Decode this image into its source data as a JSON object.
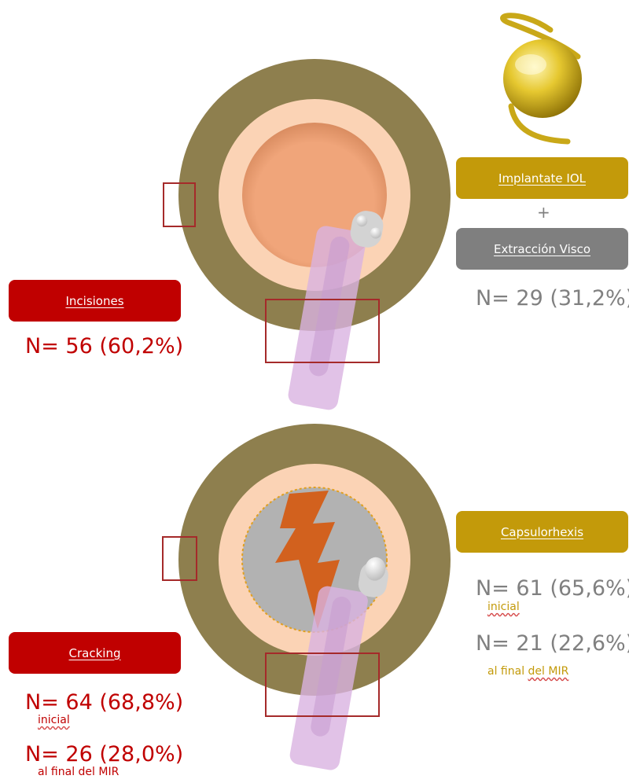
{
  "top_section": {
    "incisiones": {
      "label": "Incisiones",
      "stat": "N= 56 (60,2%)"
    },
    "implantate": {
      "label": "Implantate IOL"
    },
    "plus": "+",
    "extraccion": {
      "label": "Extracción Visco"
    },
    "right_stat": "N= 29 (31,2%)"
  },
  "bottom_section": {
    "cracking": {
      "label": "Cracking",
      "stat_initial": "N= 64 (68,8%)",
      "note_initial": "inicial",
      "stat_final": "N= 26 (28,0%)",
      "note_final": "al final del MIR"
    },
    "capsulorhexis": {
      "label": "Capsulorhexis",
      "stat_initial": "N= 61 (65,6%)",
      "note_initial": "inicial",
      "stat_final": "N= 21 (22,6%)",
      "note_final_a": "al final",
      "note_final_b": "del MIR"
    }
  },
  "colors": {
    "sclera": "#8e7f4e",
    "iris_ring": "#fbd3b5",
    "pupil": "#f0a57a",
    "pupil_gray": "#b2b2b2",
    "lightning": "#d2611e",
    "instrument": "#d9b3e1",
    "box_red": "#c00000",
    "box_gold": "#c39a0a",
    "box_gray": "#7f7f7f"
  }
}
